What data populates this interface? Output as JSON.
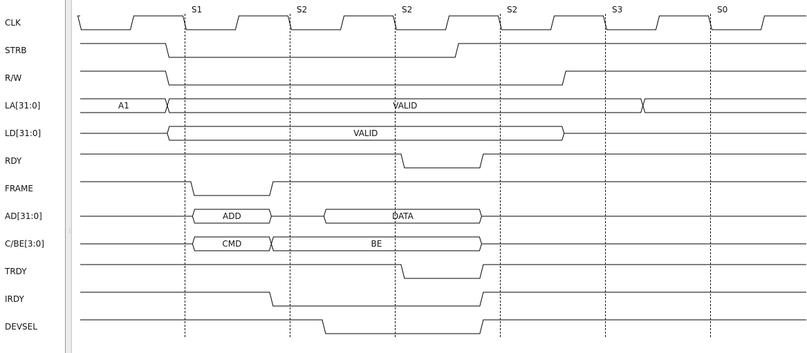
{
  "signals": [
    {
      "name": "CLK",
      "type": "clock"
    },
    {
      "name": "STRB",
      "type": "wire",
      "initial": "high",
      "edges": [
        2.67,
        8.18
      ]
    },
    {
      "name": "R/W",
      "type": "wire",
      "initial": "high",
      "edges": [
        2.67,
        10.22
      ]
    },
    {
      "name": "LA[31:0]",
      "type": "bus",
      "initial": "A1",
      "transitions": [
        {
          "at": 2.67,
          "value": "VALID"
        },
        {
          "at": 11.72,
          "value": ""
        }
      ]
    },
    {
      "name": "LD[31:0]",
      "type": "bus",
      "initial": null,
      "transitions": [
        {
          "at": 2.67,
          "value": "VALID"
        },
        {
          "at": 10.22,
          "value": null
        }
      ]
    },
    {
      "name": "RDY",
      "type": "wire",
      "initial": "high",
      "edges": [
        7.15,
        8.65
      ]
    },
    {
      "name": "FRAME",
      "type": "wire",
      "initial": "high",
      "edges": [
        3.15,
        4.65
      ]
    },
    {
      "name": "AD[31:0]",
      "type": "bus",
      "initial": null,
      "transitions": [
        {
          "at": 3.15,
          "value": "ADD"
        },
        {
          "at": 4.65,
          "value": null
        },
        {
          "at": 5.65,
          "value": "DATA"
        },
        {
          "at": 8.65,
          "value": null
        }
      ]
    },
    {
      "name": "C/BE[3:0]",
      "type": "bus",
      "initial": null,
      "transitions": [
        {
          "at": 3.15,
          "value": "CMD"
        },
        {
          "at": 4.65,
          "value": "BE"
        },
        {
          "at": 8.65,
          "value": null
        }
      ]
    },
    {
      "name": "TRDY",
      "type": "wire",
      "initial": "high",
      "edges": [
        7.15,
        8.65
      ]
    },
    {
      "name": "IRDY",
      "type": "wire",
      "initial": "high",
      "edges": [
        4.65,
        8.65
      ]
    },
    {
      "name": "DEVSEL",
      "type": "wire",
      "initial": "high",
      "edges": [
        5.65,
        8.65
      ]
    }
  ],
  "cycles": [
    {
      "label": "S1"
    },
    {
      "label": "S2"
    },
    {
      "label": "S2"
    },
    {
      "label": "S2"
    },
    {
      "label": "S3"
    },
    {
      "label": "S0"
    }
  ],
  "colors": {
    "line": "#000000",
    "marker": "#000000",
    "splitter": "#ececec"
  }
}
